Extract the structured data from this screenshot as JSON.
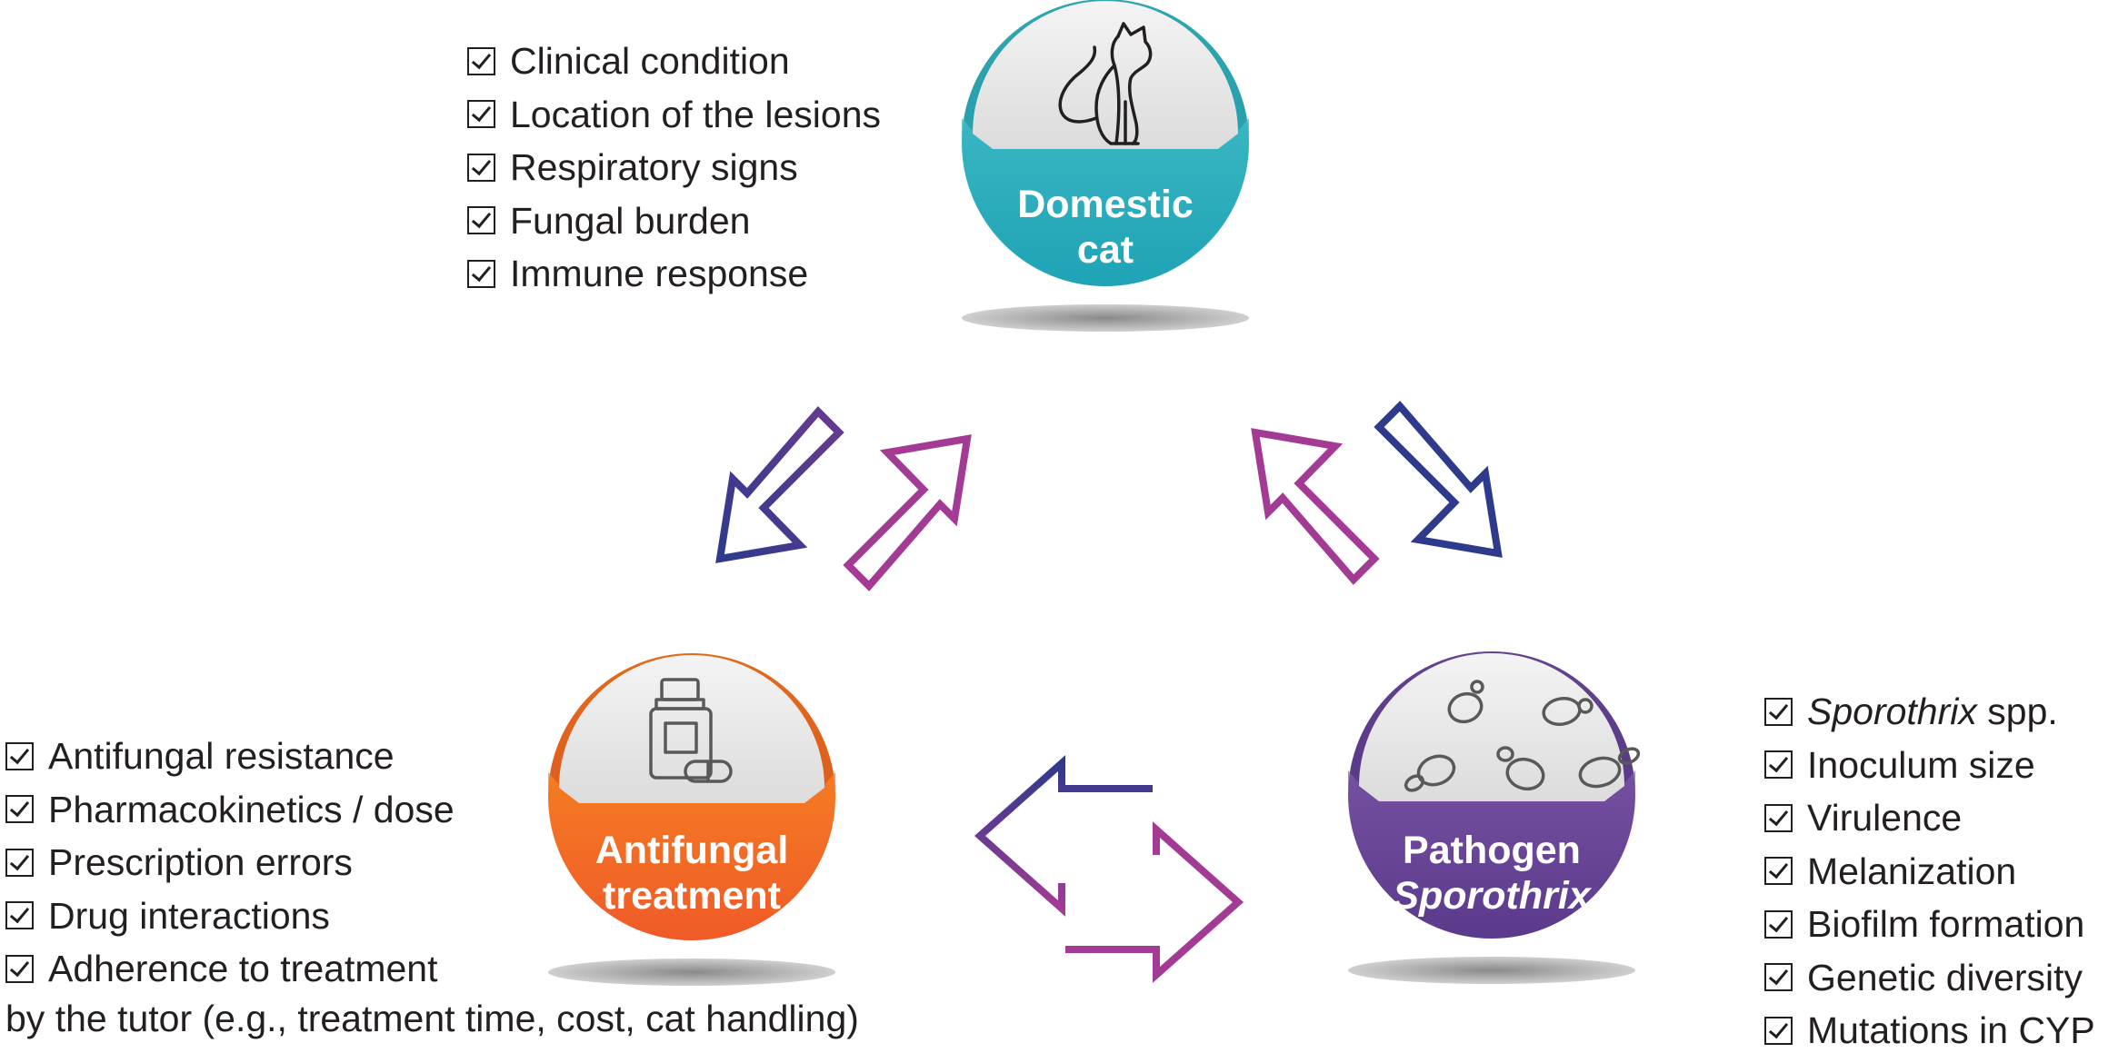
{
  "cat_node": {
    "label_line1": "Domestic",
    "label_line2": "cat",
    "color_top": "#4cc3c9",
    "color_bottom": "#1fa3b6",
    "icon": "cat-icon",
    "factors": [
      "Clinical condition",
      "Location of the lesions",
      "Respiratory signs",
      "Fungal burden",
      "Immune response"
    ]
  },
  "treatment_node": {
    "label_line1": "Antifungal",
    "label_line2": "treatment",
    "color_top": "#f7941d",
    "color_bottom": "#f05a28",
    "icon": "medicine-bottle-icon",
    "factors": [
      "Antifungal resistance",
      "Pharmacokinetics / dose",
      "Prescription errors",
      "Drug interactions",
      "Adherence to treatment"
    ],
    "factor_continuation": "by the tutor (e.g., treatment time, cost, cat handling)"
  },
  "pathogen_node": {
    "label_line1": "Pathogen",
    "label_line2": "Sporothrix",
    "color_top": "#8a5fb0",
    "color_bottom": "#5a3a8c",
    "icon": "yeast-cells-icon",
    "first_factor_italic": "Sporothrix",
    "first_factor_rest": " spp.",
    "factors": [
      "Inoculum size",
      "Virulence",
      "Melanization",
      "Biofilm formation",
      "Genetic diversity",
      "Mutations in CYP"
    ]
  },
  "arrow_colors": {
    "blue": "#2e3a8c",
    "purple": "#9b3a96"
  }
}
